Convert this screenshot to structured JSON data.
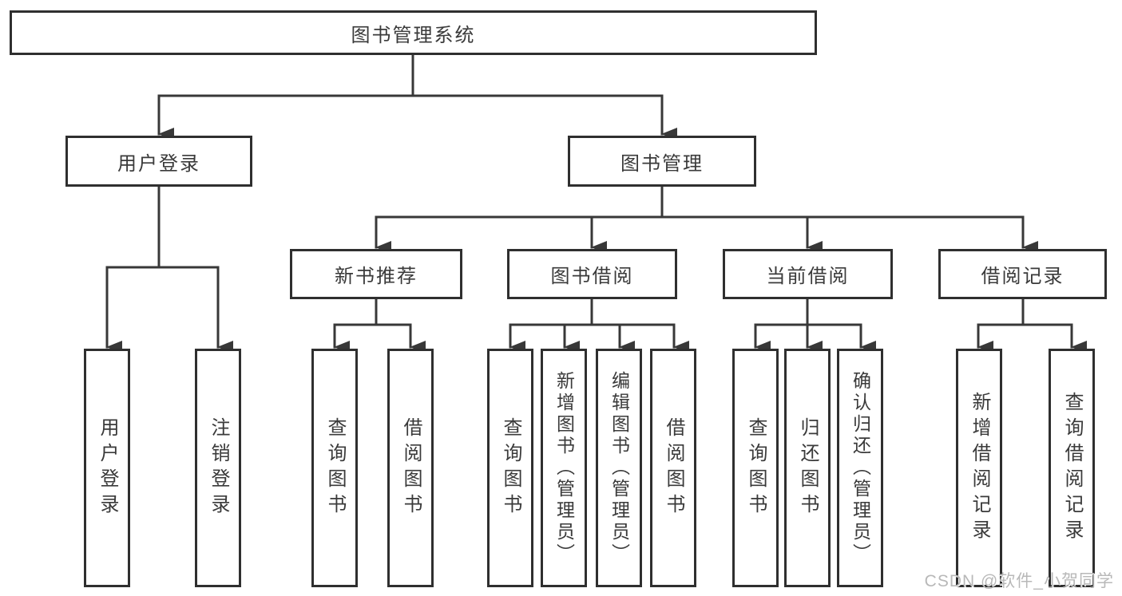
{
  "tree": {
    "label": "图书管理系统",
    "children": [
      {
        "label": "用户登录",
        "children": [
          {
            "label": "用户登录"
          },
          {
            "label": "注销登录"
          }
        ]
      },
      {
        "label": "图书管理",
        "children": [
          {
            "label": "新书推荐",
            "children": [
              {
                "label": "查询图书"
              },
              {
                "label": "借阅图书"
              }
            ]
          },
          {
            "label": "图书借阅",
            "children": [
              {
                "label": "查询图书"
              },
              {
                "label": "新增图书（管理员）"
              },
              {
                "label": "编辑图书（管理员）"
              },
              {
                "label": "借阅图书"
              }
            ]
          },
          {
            "label": "当前借阅",
            "children": [
              {
                "label": "查询图书"
              },
              {
                "label": "归还图书"
              },
              {
                "label": "确认归还（管理员）"
              }
            ]
          },
          {
            "label": "借阅记录",
            "children": [
              {
                "label": "新增借阅记录"
              },
              {
                "label": "查询借阅记录"
              }
            ]
          }
        ]
      }
    ]
  },
  "watermark": {
    "text": "CSDN @软件_小贺同学"
  },
  "colors": {
    "background": "#ffffff",
    "box_border": "#2f2f2f",
    "line": "#383838",
    "text": "#3a3a3a",
    "watermark": "#b8b8b8"
  }
}
